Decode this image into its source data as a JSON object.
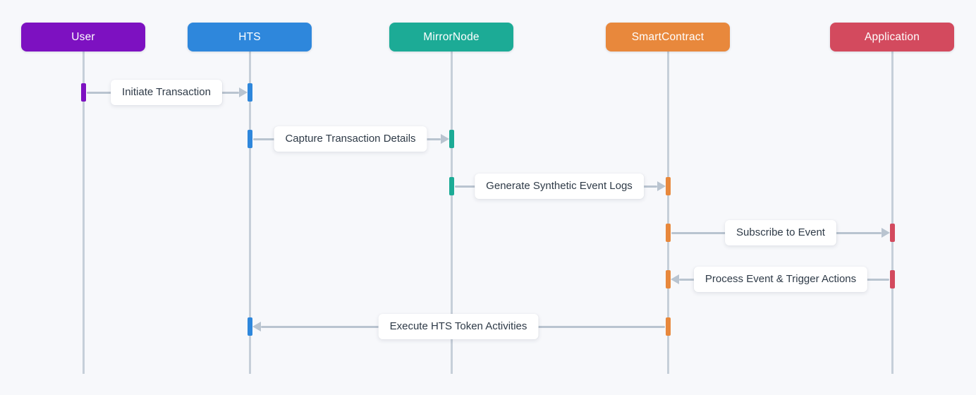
{
  "diagram": {
    "type": "sequence",
    "background": "#f7f8fb",
    "lifeline_color": "#c6cfd9",
    "arrow_color": "#b9c4d0",
    "label_text_color": "#2e3a47",
    "actors": [
      {
        "label": "User",
        "color": "#7d11c1"
      },
      {
        "label": "HTS",
        "color": "#2e87dc"
      },
      {
        "label": "MirrorNode",
        "color": "#1cab96"
      },
      {
        "label": "SmartContract",
        "color": "#e8883c"
      },
      {
        "label": "Application",
        "color": "#d34a5e"
      }
    ],
    "messages": [
      {
        "label": "Initiate Transaction",
        "from": "User",
        "to": "HTS",
        "direction": "right"
      },
      {
        "label": "Capture Transaction Details",
        "from": "HTS",
        "to": "MirrorNode",
        "direction": "right"
      },
      {
        "label": "Generate Synthetic Event Logs",
        "from": "MirrorNode",
        "to": "SmartContract",
        "direction": "right"
      },
      {
        "label": "Subscribe to Event",
        "from": "SmartContract",
        "to": "Application",
        "direction": "right"
      },
      {
        "label": "Process Event & Trigger Actions",
        "from": "Application",
        "to": "SmartContract",
        "direction": "left"
      },
      {
        "label": "Execute HTS Token Activities",
        "from": "SmartContract",
        "to": "HTS",
        "direction": "left"
      }
    ]
  }
}
